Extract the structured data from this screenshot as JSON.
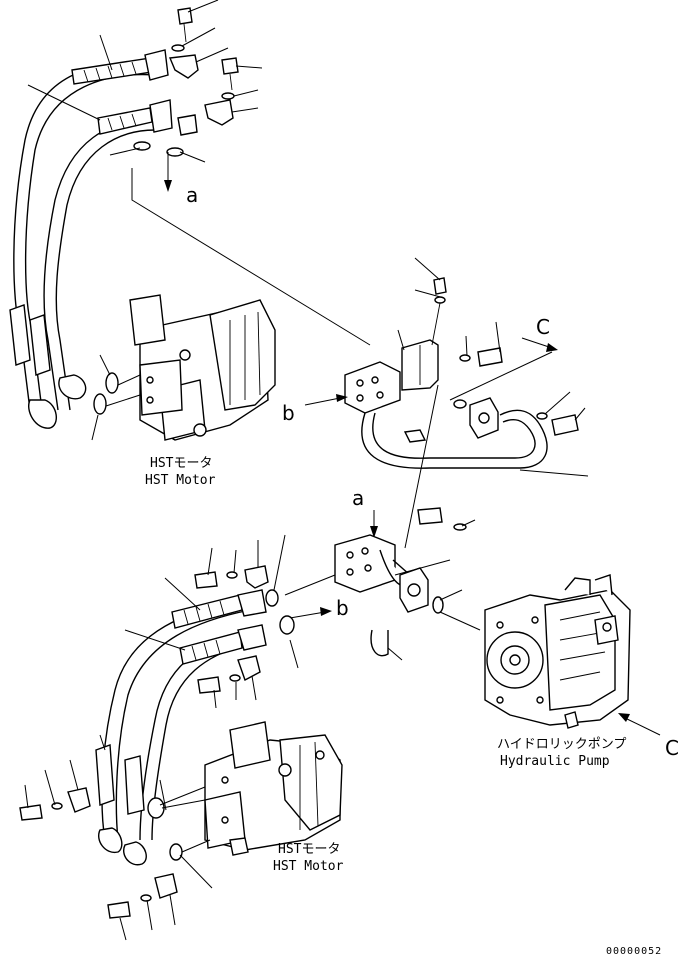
{
  "diagram": {
    "refs": {
      "a": "a",
      "b": "b",
      "c": "C"
    },
    "labels": {
      "hst_motor_upper_jp": "HSTモータ",
      "hst_motor_upper_en": "HST Motor",
      "hst_motor_lower_jp": "HSTモータ",
      "hst_motor_lower_en": "HST Motor",
      "pump_jp": "ハイドロリックポンプ",
      "pump_en": "Hydraulic Pump"
    },
    "drawing_number": "00000052"
  }
}
